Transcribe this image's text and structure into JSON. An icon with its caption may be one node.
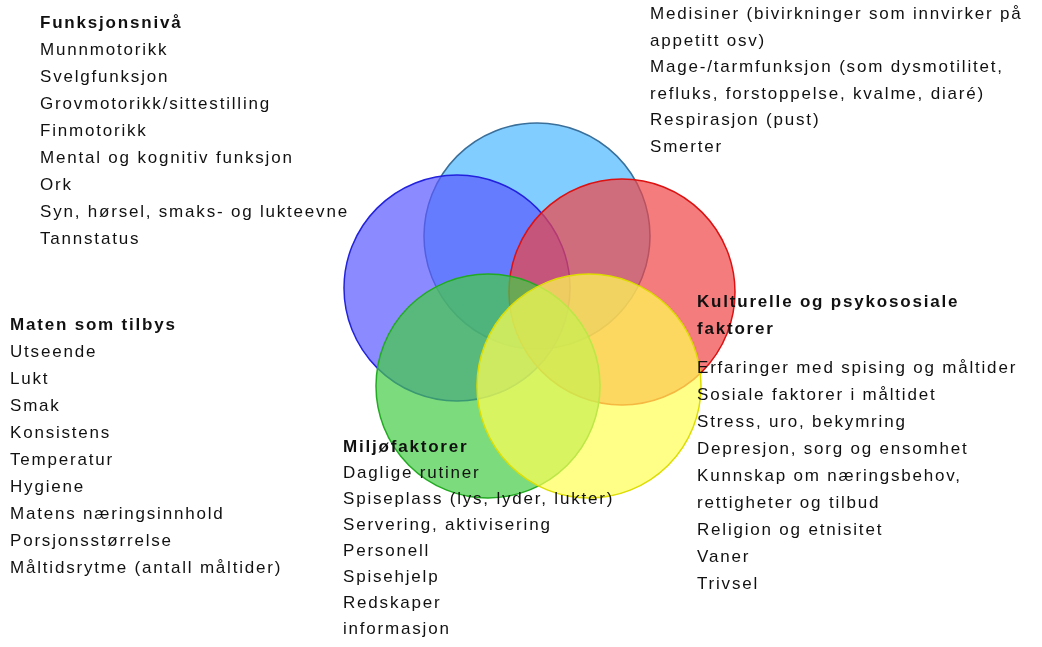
{
  "diagram": {
    "labels": [
      "Funksjonsnivå",
      "Munnmotorikk",
      "Svelgfunksjon",
      "Grovmotorikk/sittestilling",
      "Finmotorikk",
      "Mental og kognitiv funksjon",
      "Ork",
      "Syn, hørsel, smaks- og lukteevne",
      "Tannstatus",
      "Medisiner (bivirkninger som innvirker på appetitt osv)",
      "Mage-/tarmfunksjon (som dysmotilitet, refluks, forstoppelse, kvalme, diaré)",
      "Respirasjon (pust)",
      "Smerter",
      "Maten som tilbys",
      "Utseende",
      "Lukt",
      "Smak",
      "Konsistens",
      "Temperatur",
      "Hygiene",
      "Matens næringsinnhold",
      "Porsjonsstørrelse",
      "Måltidsrytme (antall måltider)",
      "Kulturelle og psykososiale faktorer",
      "Erfaringer med spising og måltider",
      "Sosiale faktorer i måltidet",
      "Stress, uro, bekymring",
      "Depresjon, sorg og ensomhet",
      "Kunnskap om næringsbehov, rettigheter og tilbud",
      "Religion og etnisitet",
      "Vaner",
      "Trivsel",
      "Miljøfaktorer",
      "Daglige rutiner",
      "Spiseplass (lys, lyder, lukter)",
      "Servering, aktivisering",
      "Personell",
      "Spisehjelp",
      "Redskaper",
      "informasjon"
    ]
  }
}
